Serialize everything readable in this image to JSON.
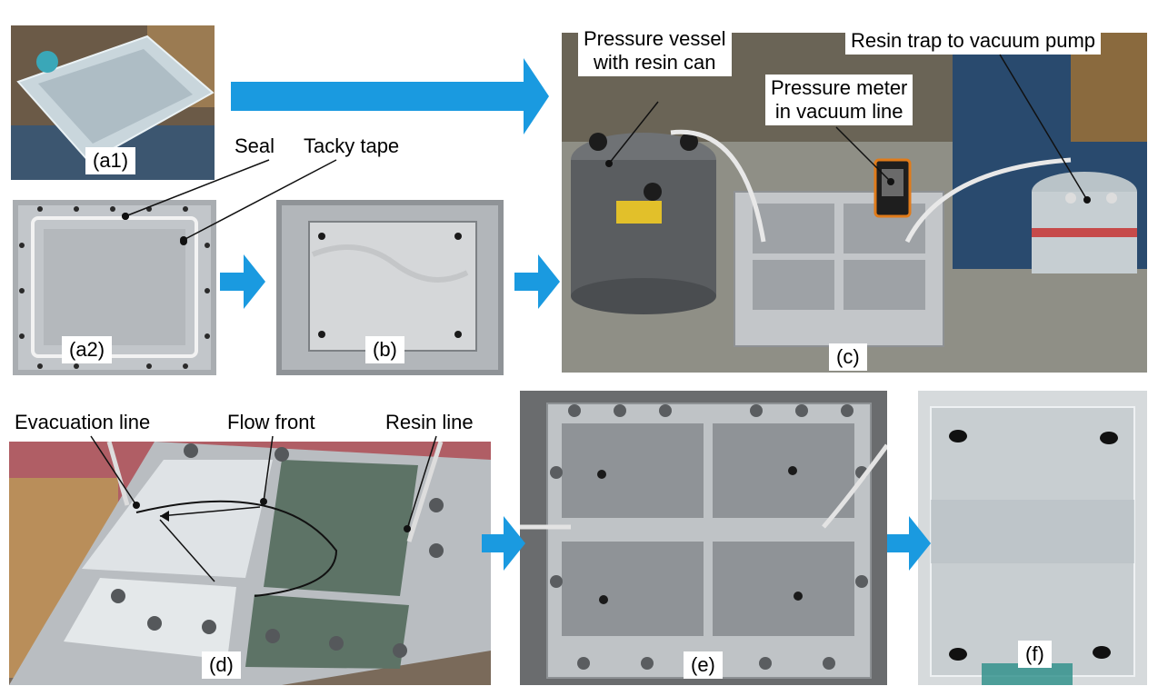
{
  "panels": {
    "a1": "(a1)",
    "a2": "(a2)",
    "b": "(b)",
    "c": "(c)",
    "d": "(d)",
    "e": "(e)",
    "f": "(f)"
  },
  "callouts": {
    "seal": "Seal",
    "tacky_tape": "Tacky tape",
    "pressure_vessel_line1": "Pressure vessel",
    "pressure_vessel_line2": "with resin can",
    "pressure_meter_line1": "Pressure meter",
    "pressure_meter_line2": "in vacuum line",
    "resin_trap": "Resin trap to vacuum pump",
    "evacuation_line": "Evacuation line",
    "flow_front": "Flow front",
    "resin_line": "Resin line"
  },
  "colors": {
    "arrow_blue": "#1a9ae0",
    "metal": "#b8bcc0",
    "metal_dark": "#8a8e92"
  }
}
